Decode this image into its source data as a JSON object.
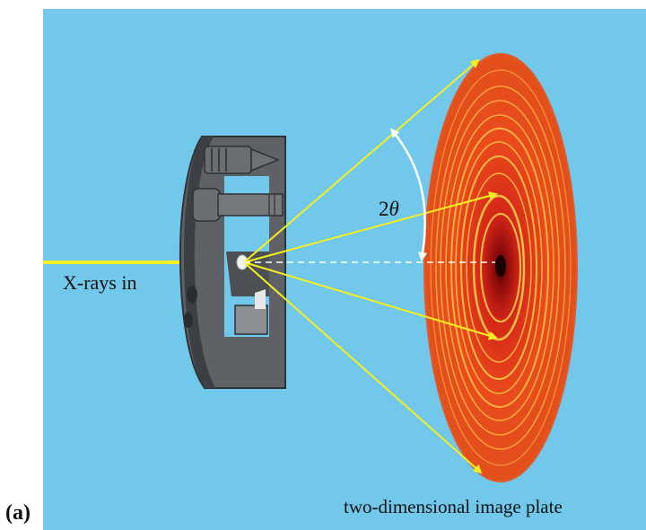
{
  "figure": {
    "panel_label": "(a)",
    "incoming_beam_label": "X-rays in",
    "angle_label": {
      "prefix": "2",
      "symbol": "θ"
    },
    "detector_label": "two-dimensional image plate"
  },
  "colors": {
    "background": "#72c8ea",
    "beam": "#f4f020",
    "plate_outer": "#e0401a",
    "plate_center": "#3a0000",
    "rings": "#ffd04a",
    "holder": "#55585c"
  },
  "icons": {
    "sample_holder": "sample-holder-icon",
    "image_plate": "image-plate-icon"
  }
}
